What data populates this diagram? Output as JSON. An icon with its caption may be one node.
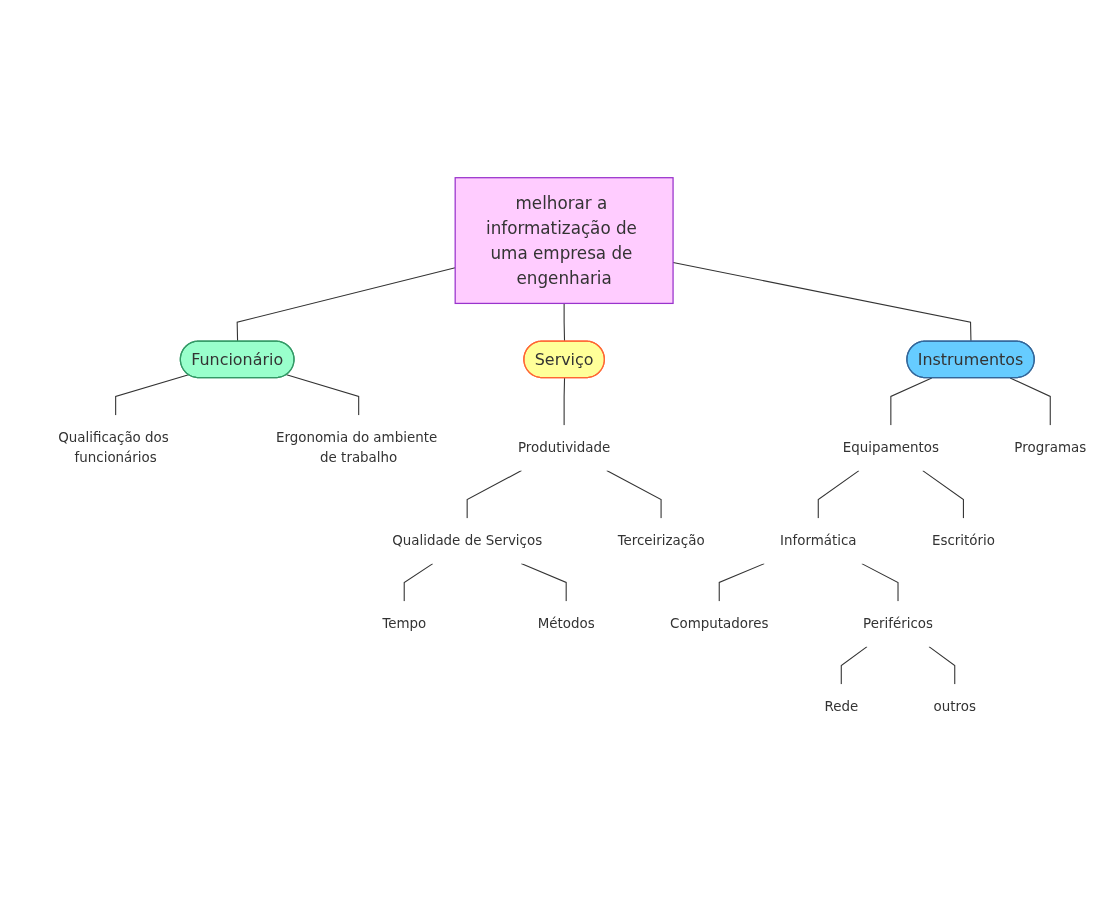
{
  "diagram": {
    "nodes": [
      {
        "text": [
          "melhorar a informatização de uma empresa de engenharia"
        ]
      },
      {
        "text": [
          "Serviço"
        ]
      },
      {
        "text": [
          "Funcionário"
        ]
      },
      {
        "text": [
          "Instrumentos"
        ]
      },
      {
        "text": [
          "Qualificação dos funcionários"
        ]
      },
      {
        "text": [
          "Ergonomia do ambiente de trabalho"
        ]
      },
      {
        "text": [
          "Produtividade"
        ]
      },
      {
        "text": [
          "Equipamentos"
        ]
      },
      {
        "text": [
          "Programas"
        ]
      },
      {
        "text": [
          "Qualidade de Serviços"
        ]
      },
      {
        "text": [
          "Terceirização"
        ]
      },
      {
        "text": [
          "Informática"
        ]
      },
      {
        "text": [
          "Escritório"
        ]
      },
      {
        "text": [
          "Tempo"
        ]
      },
      {
        "text": [
          "Métodos"
        ]
      },
      {
        "text": [
          "Computadores"
        ]
      },
      {
        "text": [
          "Periféricos"
        ]
      },
      {
        "text": [
          "Rede"
        ]
      },
      {
        "text": [
          "outros"
        ]
      }
    ],
    "edges": [
      {
        "from": 0,
        "to": 1,
        "arrow": "none"
      },
      {
        "from": 0,
        "to": 2,
        "arrow": "none"
      },
      {
        "from": 0,
        "to": 3,
        "arrow": "none"
      },
      {
        "from": 2,
        "to": 4,
        "arrow": "none"
      },
      {
        "from": 2,
        "to": 5,
        "arrow": "none"
      },
      {
        "from": 1,
        "to": 6,
        "arrow": "none"
      },
      {
        "from": 3,
        "to": 7,
        "arrow": "none"
      },
      {
        "from": 3,
        "to": 8,
        "arrow": "none"
      },
      {
        "from": 6,
        "to": 9,
        "arrow": "none"
      },
      {
        "from": 6,
        "to": 10,
        "arrow": "none"
      },
      {
        "from": 9,
        "to": 13,
        "arrow": "none"
      },
      {
        "from": 9,
        "to": 14,
        "arrow": "none"
      },
      {
        "from": 7,
        "to": 11,
        "arrow": "none"
      },
      {
        "from": 7,
        "to": 12,
        "arrow": "none"
      },
      {
        "from": 11,
        "to": 15,
        "arrow": "none"
      },
      {
        "from": 11,
        "to": 16,
        "arrow": "none"
      },
      {
        "from": 16,
        "to": 17,
        "arrow": "none"
      },
      {
        "from": 16,
        "to": 18,
        "arrow": "none"
      }
    ]
  }
}
